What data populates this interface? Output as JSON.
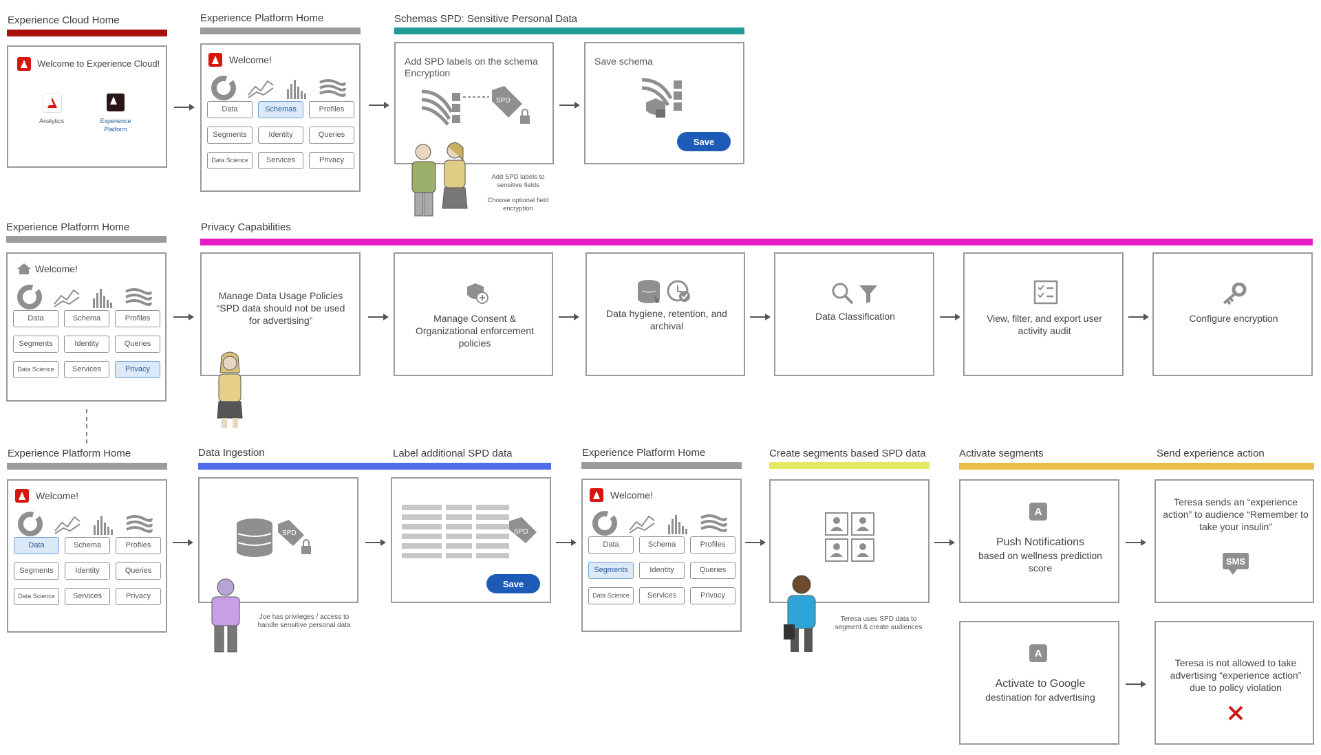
{
  "row1": {
    "cloud_home": {
      "header": "Experience Cloud Home",
      "welcome": "Welcome to Experience Cloud!",
      "app1": "Analytics",
      "app2": "Experience Platform"
    },
    "platform_home": {
      "header": "Experience Platform Home",
      "welcome": "Welcome!",
      "buttons": [
        "Data",
        "Schemas",
        "Profiles",
        "Segments",
        "Identity",
        "Queries",
        "Data Science",
        "Services",
        "Privacy"
      ]
    },
    "schemas": {
      "header": "Schemas  SPD: Sensitive Personal Data",
      "box1_title": "Add SPD labels on the schema Encryption",
      "tag": "SPD",
      "note1": "Add SPD labels to sensitive fields",
      "note2": "Choose optional field encryption",
      "box2_title": "Save schema",
      "save": "Save"
    }
  },
  "row2": {
    "platform_home": {
      "header": "Experience Platform Home",
      "welcome": "Welcome!",
      "buttons": [
        "Data",
        "Schema",
        "Profiles",
        "Segments",
        "Identity",
        "Queries",
        "Data Science",
        "Services",
        "Privacy"
      ]
    },
    "privacy": {
      "header": "Privacy Capabilities",
      "cards": [
        "Manage Data Usage Policies “SPD data should not be used for advertising”",
        "Manage Consent & Organizational enforcement policies",
        "Data hygiene, retention, and archival",
        "Data Classification",
        "View, filter, and export user activity audit",
        "Configure encryption"
      ]
    }
  },
  "row3": {
    "platform_home": {
      "header": "Experience Platform Home",
      "welcome": "Welcome!",
      "buttons": [
        "Data",
        "Schema",
        "Profiles",
        "Segments",
        "Identity",
        "Queries",
        "Data Science",
        "Services",
        "Privacy"
      ]
    },
    "ingestion": {
      "header": "Data Ingestion",
      "tag": "SPD",
      "note": "Joe has privileges / access to handle sensitive personal data"
    },
    "label": {
      "header": "Label additional SPD data",
      "tag": "SPD",
      "save": "Save"
    },
    "platform_home2": {
      "header": "Experience Platform Home",
      "welcome": "Welcome!",
      "buttons": [
        "Data",
        "Schema",
        "Profiles",
        "Segments",
        "Identity",
        "Queries",
        "Data Science",
        "Services",
        "Privacy"
      ]
    },
    "segments": {
      "header": "Create segments based SPD data",
      "note": "Teresa uses SPD data to segment & create audiences"
    },
    "activate": {
      "header": "Activate segments",
      "card1_title": "Push Notifications",
      "card1_sub": "based on wellness prediction score",
      "card2_title": "Activate to Google",
      "card2_sub": "destination for advertising",
      "letter": "A"
    },
    "send": {
      "header": "Send experience action",
      "card1_text": "Teresa sends an “experience action” to audience “Remember to take your insulin”",
      "sms": "SMS",
      "card2_text": "Teresa is not allowed to take advertising “experience action” due to policy violation"
    }
  },
  "colors": {
    "red": "#a8100c",
    "gray": "#9c9c9c",
    "teal": "#1e9a98",
    "magenta": "#e51bc4",
    "blue": "#4d6ee8",
    "yellow": "#e3e963",
    "orange": "#ebbd48",
    "save_blue": "#1d5bb6"
  }
}
